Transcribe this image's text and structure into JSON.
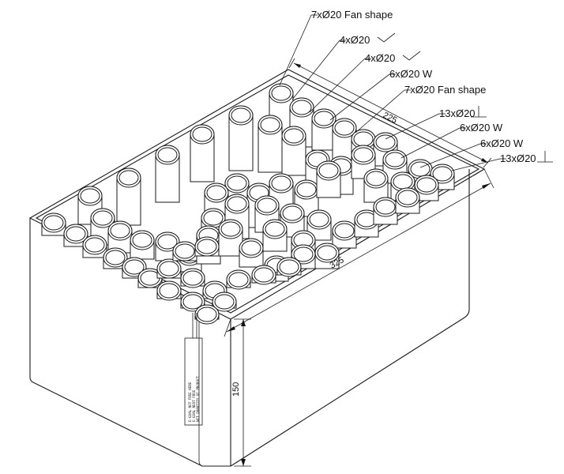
{
  "callouts": [
    {
      "count": "7xØ20",
      "desc": "Fan shape"
    },
    {
      "count": "4xØ20",
      "desc": ""
    },
    {
      "count": "4xØ20",
      "desc": ""
    },
    {
      "count": "6xØ20",
      "desc": "W"
    },
    {
      "count": "7xØ20",
      "desc": "Fan shape"
    },
    {
      "count": "13xØ20",
      "desc": ""
    },
    {
      "count": "6xØ20",
      "desc": "W"
    },
    {
      "count": "6xØ20",
      "desc": "W"
    },
    {
      "count": "13xØ20",
      "desc": ""
    }
  ],
  "callout_texts": [
    "7xØ20 Fan shape",
    "4xØ20",
    "4xØ20",
    "6xØ20 W",
    "7xØ20 Fan shape",
    "13xØ20",
    "6xØ20 W",
    "6xØ20 W",
    "13xØ20"
  ],
  "dimensions": {
    "depth": "225",
    "length": "325",
    "height": "150"
  },
  "fuse_label": {
    "line1": "E-GOAL NOT FUSE HERE",
    "line2": "E-GOAL NEXT FUSE",
    "line3": "NET QUANTITY OF PRODUCT"
  }
}
